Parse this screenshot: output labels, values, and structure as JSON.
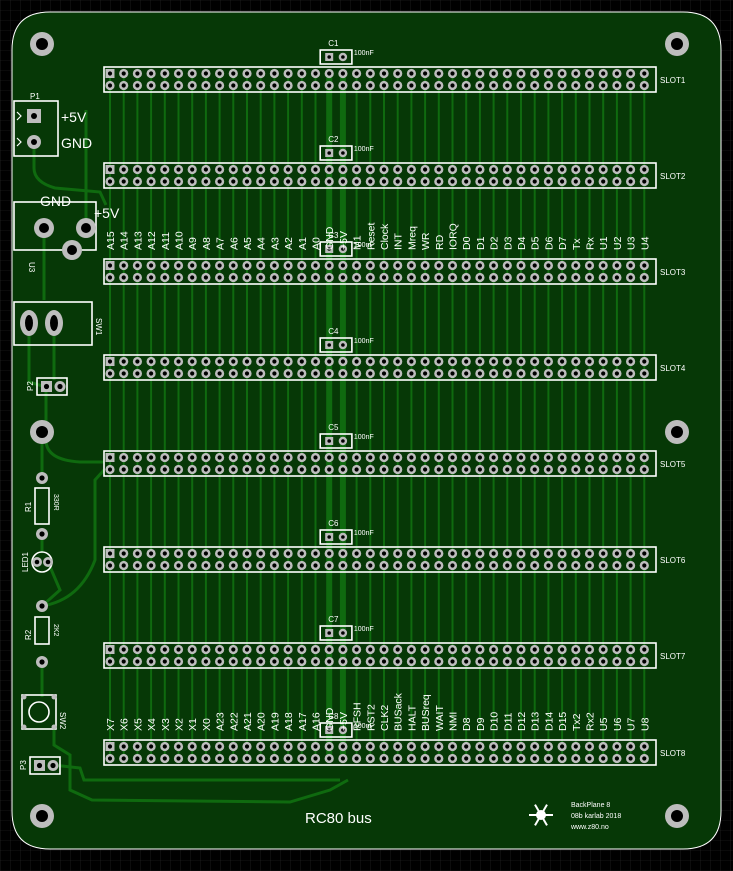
{
  "title": "RC80 bus",
  "credits": {
    "line1": "BackPlane 8",
    "line2": "08b karlab 2018",
    "line3": "www.z80.no"
  },
  "colors": {
    "board": "#063806",
    "trace": "#0f6a0f",
    "silk": "#ffffff",
    "pad": "#bdbdbd",
    "background": "#000000"
  },
  "slots": [
    {
      "label": "SLOT1",
      "cap": "C1",
      "value": "100nF"
    },
    {
      "label": "SLOT2",
      "cap": "C2",
      "value": "100nF"
    },
    {
      "label": "SLOT3",
      "cap": "C3",
      "value": "100nF"
    },
    {
      "label": "SLOT4",
      "cap": "C4",
      "value": "100nF"
    },
    {
      "label": "SLOT5",
      "cap": "C5",
      "value": "100nF"
    },
    {
      "label": "SLOT6",
      "cap": "C6",
      "value": "100nF"
    },
    {
      "label": "SLOT7",
      "cap": "C7",
      "value": "100nF"
    },
    {
      "label": "SLOT8",
      "cap": "C8",
      "value": "100nF"
    }
  ],
  "pins_top": [
    "A15",
    "A14",
    "A13",
    "A12",
    "A11",
    "A10",
    "A9",
    "A8",
    "A7",
    "A6",
    "A5",
    "A4",
    "A3",
    "A2",
    "A1",
    "A0",
    "GND",
    "+5V",
    "M1",
    "Reset",
    "Clock",
    "INT",
    "Mreq",
    "WR",
    "RD",
    "IORQ",
    "D0",
    "D1",
    "D2",
    "D3",
    "D4",
    "D5",
    "D6",
    "D7",
    "Tx",
    "Rx",
    "U1",
    "U2",
    "U3",
    "U4"
  ],
  "pins_bottom": [
    "X7",
    "X6",
    "X5",
    "X4",
    "X3",
    "X2",
    "X1",
    "X0",
    "A23",
    "A22",
    "A21",
    "A20",
    "A19",
    "A18",
    "A17",
    "A16",
    "GND",
    "+5V",
    "RFSH",
    "RST2",
    "CLK2",
    "BUSack",
    "HALT",
    "BUSreq",
    "WAIT",
    "NMI",
    "D8",
    "D9",
    "D10",
    "D11",
    "D12",
    "D13",
    "D14",
    "D15",
    "Tx2",
    "Rx2",
    "U5",
    "U6",
    "U7",
    "U8"
  ],
  "components": {
    "p1": {
      "ref": "P1",
      "pin1": "+5V",
      "pin2": "GND"
    },
    "u3": {
      "ref": "U3",
      "left": "GND",
      "right": "+5V"
    },
    "sw1": {
      "ref": "SW1"
    },
    "p2": {
      "ref": "P2"
    },
    "r1": {
      "ref": "R1",
      "value": "330R"
    },
    "led1": {
      "ref": "LED1"
    },
    "r2": {
      "ref": "R2",
      "value": "2K2"
    },
    "sw2": {
      "ref": "SW2"
    },
    "p3": {
      "ref": "P3"
    }
  }
}
